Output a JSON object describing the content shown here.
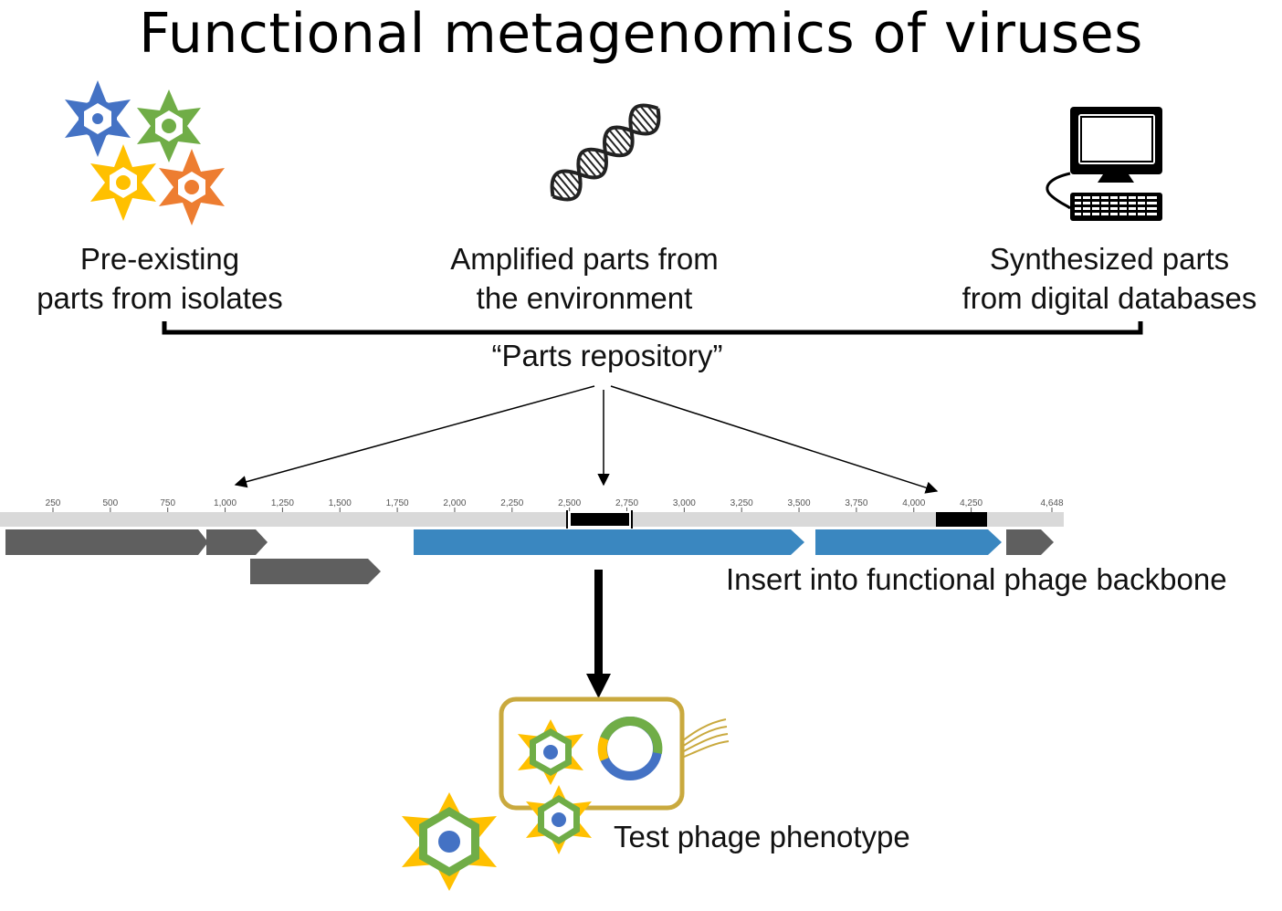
{
  "title": "Functional metagenomics of viruses",
  "sources": [
    {
      "line1": "Pre-existing",
      "line2": "parts from isolates",
      "icon": "viral-parts-icon"
    },
    {
      "line1": "Amplified parts from",
      "line2": "the environment",
      "icon": "dna-icon"
    },
    {
      "line1": "Synthesized parts",
      "line2": "from digital databases",
      "icon": "computer-icon"
    }
  ],
  "repository_label": "“Parts repository”",
  "genome_map": {
    "ticks": [
      "250",
      "500",
      "750",
      "1,000",
      "1,250",
      "1,500",
      "1,750",
      "2,000",
      "2,250",
      "2,500",
      "2,750",
      "3,000",
      "3,250",
      "3,500",
      "3,750",
      "4,000",
      "4,250",
      "4,648"
    ],
    "colors": {
      "gray_gene": "#5f5f5f",
      "blue_gene": "#3a87c0",
      "ruler": "#d9d9d9",
      "insert_site": "#000000"
    }
  },
  "backbone_label": "Insert into functional phage backbone",
  "phenotype_label": "Test phage phenotype",
  "colors": {
    "blue": "#4472c4",
    "green": "#70ad47",
    "yellow": "#ffc000",
    "orange": "#ed7d31",
    "cell_outline": "#c9a93e"
  }
}
